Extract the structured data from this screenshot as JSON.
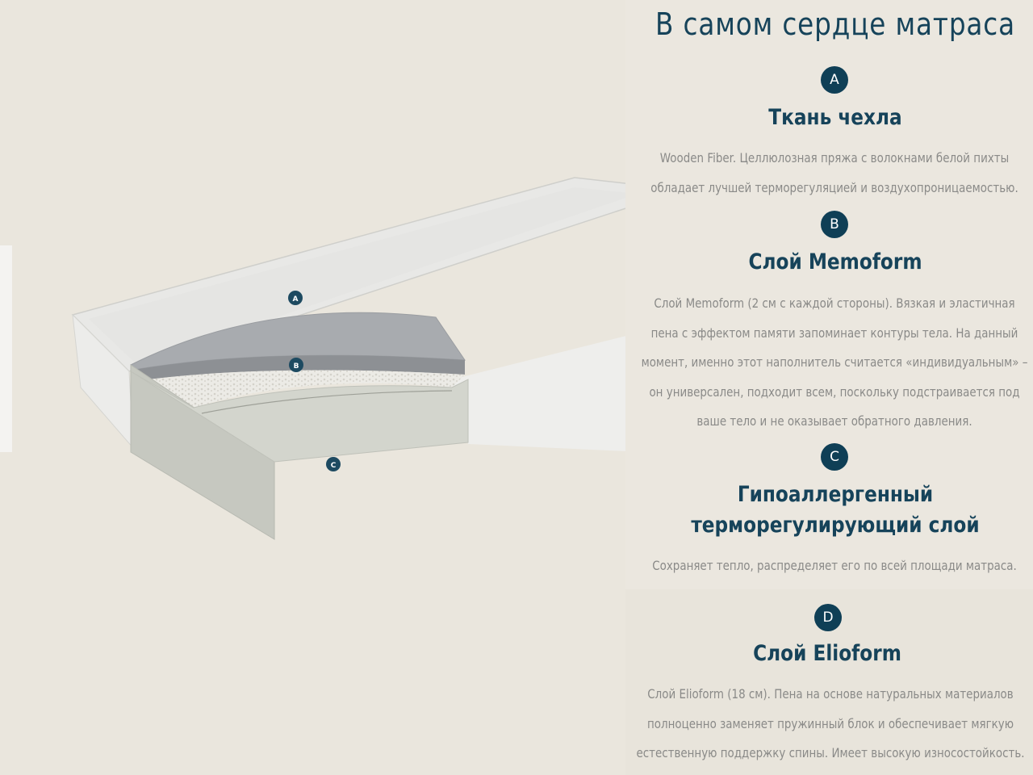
{
  "heading": "В самом сердце матраса",
  "illustration": {
    "markers": [
      "A",
      "B",
      "C"
    ]
  },
  "sections": [
    {
      "badge": "A",
      "title": "Ткань чехла",
      "text": "Wooden Fiber. Целлюлозная пряжа с волокнами белой пихты обладает лучшей терморегуляцией и воздухопроницаемостью."
    },
    {
      "badge": "B",
      "title": "Слой Memoform",
      "text": "Слой Memoform (2 см с каждой стороны). Вязкая и эластичная пена с эффектом памяти запоминает контуры тела. На данный момент, именно этот наполнитель считается «индивидуальным» – он универсален, подходит всем, поскольку подстраивается под ваше тело и не оказывает обратного давления."
    },
    {
      "badge": "C",
      "title": "Гипоаллергенный терморегулирующий слой",
      "text": "Сохраняет тепло, распределяет его по всей площади матраса."
    },
    {
      "badge": "D",
      "title": "Слой Elioform",
      "text": "Слой Elioform (18 см). Пена на основе натуральных материалов полноценно заменяет пружинный блок и обеспечивает мягкую естественную поддержку спины. Имеет высокую износостойкость."
    }
  ],
  "colors": {
    "background": "#eae6dd",
    "accent": "#16435a",
    "badge": "#0f3f56",
    "body_text": "#8a8a88"
  }
}
